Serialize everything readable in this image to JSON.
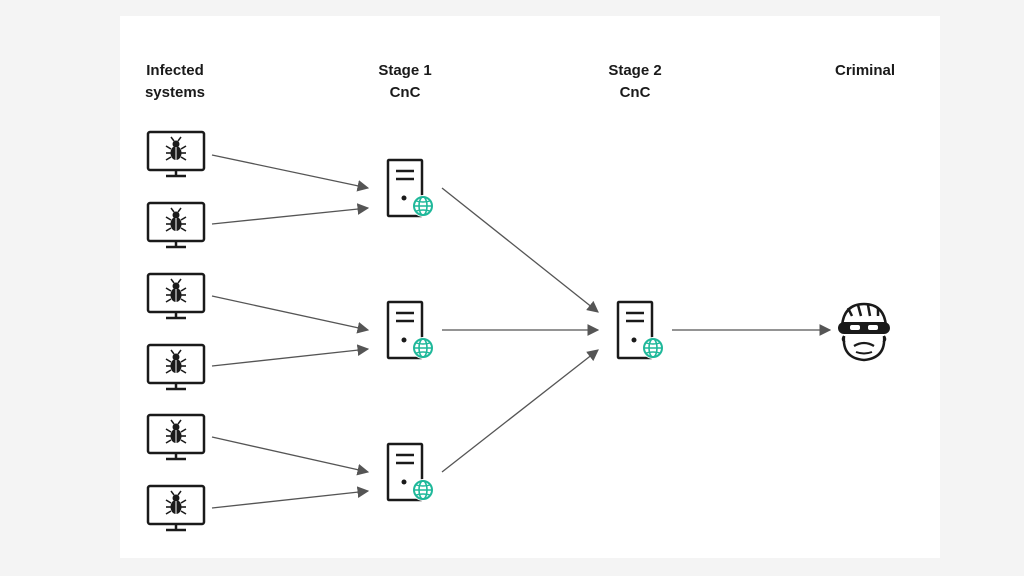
{
  "columns": {
    "infected": {
      "line1": "Infected",
      "line2": "systems"
    },
    "stage1": {
      "line1": "Stage 1",
      "line2": "CnC"
    },
    "stage2": {
      "line1": "Stage 2",
      "line2": "CnC"
    },
    "criminal": {
      "line1": "Criminal"
    }
  },
  "icons": {
    "infected": "bug-monitor-icon",
    "server": "server-globe-icon",
    "criminal": "masked-criminal-icon"
  },
  "colors": {
    "background": "#f4f4f4",
    "panel": "#ffffff",
    "stroke": "#1a1a1a",
    "arrow": "#555555",
    "globe": "#1fb89a"
  }
}
